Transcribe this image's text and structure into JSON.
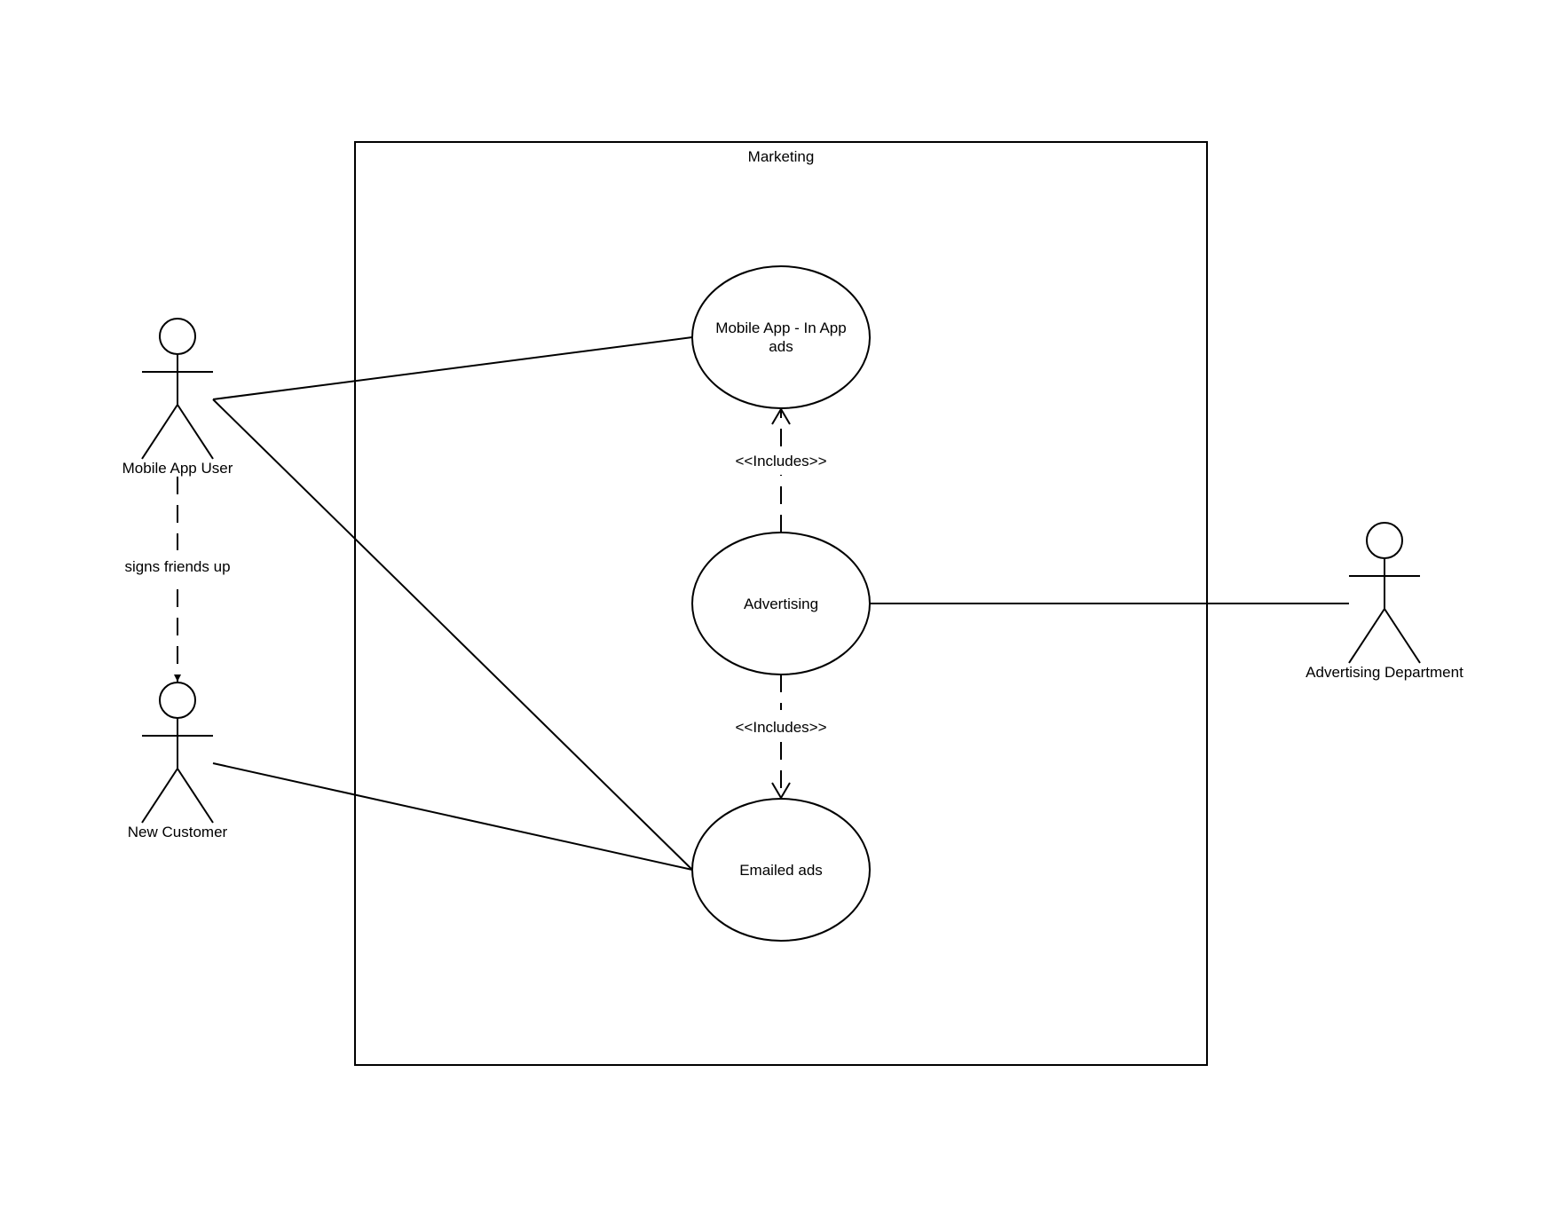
{
  "diagram": {
    "type": "uml-use-case",
    "system_boundary": {
      "label": "Marketing"
    },
    "actors": [
      {
        "id": "mobile-app-user",
        "label": "Mobile App User"
      },
      {
        "id": "new-customer",
        "label": "New Customer"
      },
      {
        "id": "advertising-department",
        "label": "Advertising Department"
      }
    ],
    "use_cases": [
      {
        "id": "mobile-app-in-app-ads",
        "label_lines": [
          "Mobile App - In App",
          "ads"
        ]
      },
      {
        "id": "advertising",
        "label": "Advertising"
      },
      {
        "id": "emailed-ads",
        "label": "Emailed ads"
      }
    ],
    "relationships": [
      {
        "from": "mobile-app-user",
        "to": "mobile-app-in-app-ads",
        "kind": "association"
      },
      {
        "from": "mobile-app-user",
        "to": "emailed-ads",
        "kind": "association"
      },
      {
        "from": "new-customer",
        "to": "emailed-ads",
        "kind": "association"
      },
      {
        "from": "advertising-department",
        "to": "advertising",
        "kind": "association"
      },
      {
        "from": "mobile-app-user",
        "to": "new-customer",
        "kind": "dependency",
        "label": "signs friends up"
      },
      {
        "from": "advertising",
        "to": "mobile-app-in-app-ads",
        "kind": "include",
        "label": "<<Includes>>"
      },
      {
        "from": "advertising",
        "to": "emailed-ads",
        "kind": "include",
        "label": "<<Includes>>"
      }
    ]
  }
}
